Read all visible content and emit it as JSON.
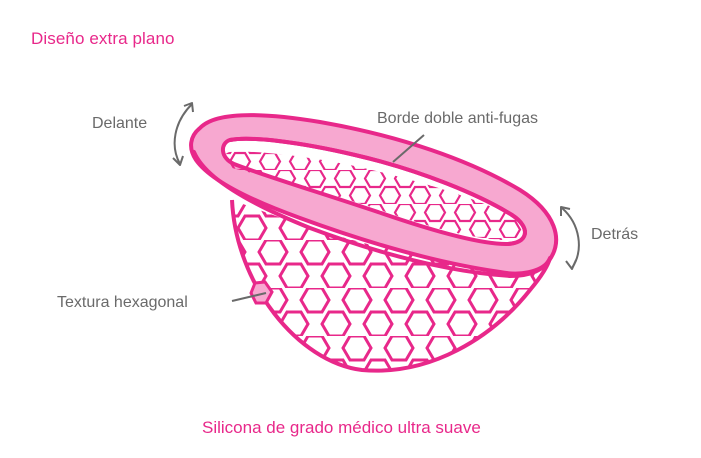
{
  "title": "Diseño extra plano",
  "labels": {
    "front": "Delante",
    "rim": "Borde doble anti-fugas",
    "back": "Detrás",
    "texture": "Textura hexagonal"
  },
  "caption": "Silicona de grado médico ultra suave",
  "colors": {
    "brand_pink": "#e8288a",
    "rim_fill": "#f7a8d0",
    "label_gray": "#6a6a6a"
  },
  "icons": {
    "front_arrow": "curved-double-arrow-icon",
    "back_arrow": "curved-double-arrow-icon"
  }
}
